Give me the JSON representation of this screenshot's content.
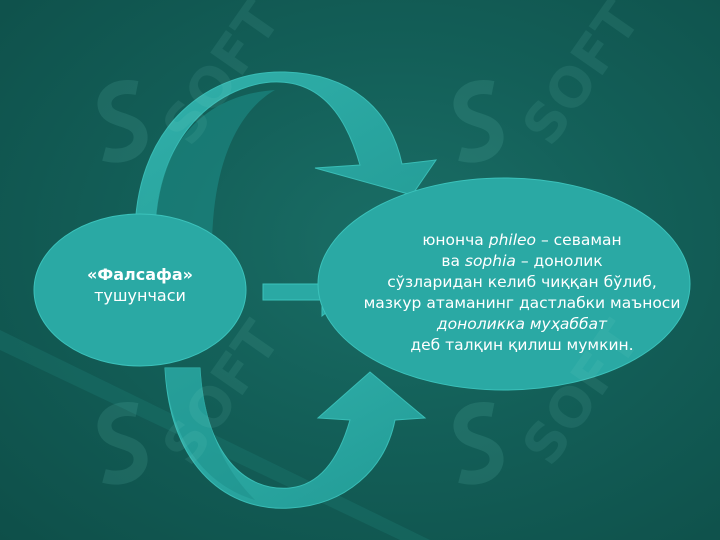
{
  "left_node": {
    "title": "«Фалсафа»",
    "subtitle": "тушунчаси"
  },
  "right_node": {
    "line1_prefix": "юнонча ",
    "line1_term": "phileo",
    "line1_suffix": " – севаман",
    "line2_prefix": "ва ",
    "line2_term": "sophia",
    "line2_suffix": "  – донолик",
    "line3": "сўзларидан келиб чиққан бўлиб,",
    "line4": "мазкур атаманинг дастлабки маъноси",
    "line5": "доноликка муҳаббат",
    "line6": "деб талқин қилиш мумкин."
  },
  "watermark": {
    "text": "SOFT",
    "logo_icon": "dollar-s-logo"
  },
  "colors": {
    "background": "#135f58",
    "shape_fill": "#2aa9a4",
    "shape_stroke": "#3bc2bb",
    "text": "#ffffff"
  }
}
